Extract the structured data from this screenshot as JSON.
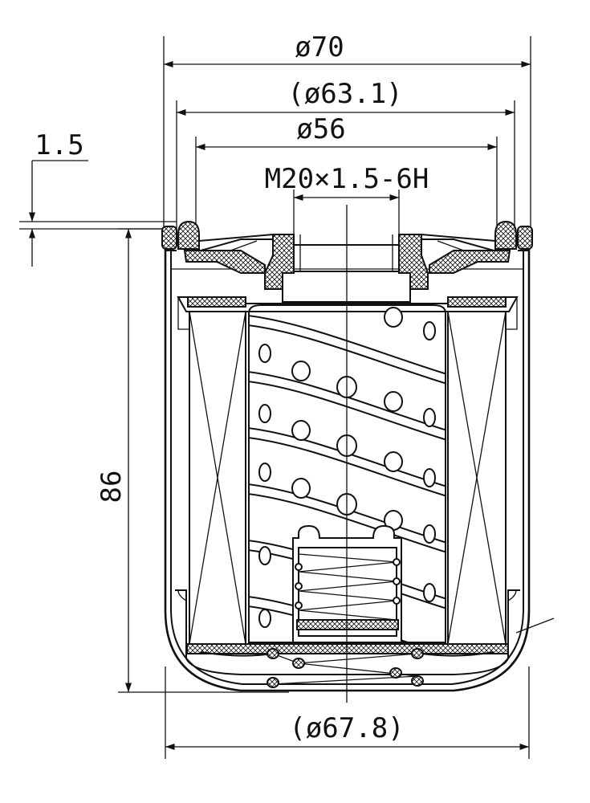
{
  "dimensions": {
    "outer_diameter": "ø70",
    "gasket_diameter": "(ø63.1)",
    "seal_diameter": "ø56",
    "thread": "M20×1.5-6H",
    "gasket_height": "1.5",
    "height": "86",
    "base_diameter": "(ø67.8)"
  }
}
